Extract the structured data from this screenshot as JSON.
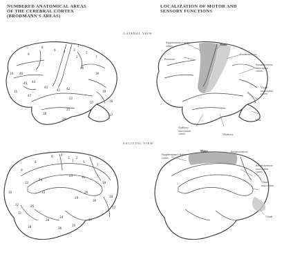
{
  "headings": {
    "left": [
      "Numbered anatomical areas",
      "of the cerebral cortex",
      "(Brodmann's areas)"
    ],
    "right": [
      "Localization of motor and",
      "sensory functions"
    ]
  },
  "views": {
    "lateral": "Lateral view",
    "sagittal": "Sagittal view"
  },
  "lateral_numbers": [
    "8",
    "6",
    "4",
    "3",
    "1",
    "2",
    "5",
    "7",
    "9",
    "10",
    "46",
    "45",
    "44",
    "43",
    "40",
    "39",
    "41",
    "42",
    "22",
    "21",
    "37",
    "19",
    "18",
    "17",
    "38",
    "20",
    "11",
    "47"
  ],
  "lateral_labels": {
    "supplementary_motor": [
      "Supplementary motor",
      "cortex"
    ],
    "premotor": "Premotor",
    "motor": "Motor",
    "somatosensory": "Somatosensory",
    "somatosensory_assoc": [
      "Somatosensory",
      "association",
      "cortex"
    ],
    "visual_assoc": [
      "Visual",
      "association",
      "cortex"
    ],
    "auditory_assoc": [
      "Auditory",
      "association",
      "cortex"
    ],
    "auditory": "Auditory",
    "taste": "Taste"
  },
  "sagittal_numbers": [
    "6",
    "4",
    "3",
    "1",
    "2",
    "5",
    "7",
    "8",
    "9",
    "24",
    "23",
    "31",
    "32",
    "33",
    "10",
    "12",
    "11",
    "25",
    "19",
    "18",
    "17",
    "26",
    "29",
    "30",
    "38",
    "28",
    "36",
    "20",
    "37",
    "34"
  ],
  "sagittal_labels": {
    "supplementary_motor": [
      "Supplementary motor",
      "cortex"
    ],
    "motor": "Motor",
    "somatosensory": "Somatosensory",
    "somatosensory_assoc": [
      "Somatosensory",
      "association",
      "cortex"
    ],
    "visual_assoc": [
      "Visual",
      "association"
    ],
    "visual": "Visual"
  }
}
